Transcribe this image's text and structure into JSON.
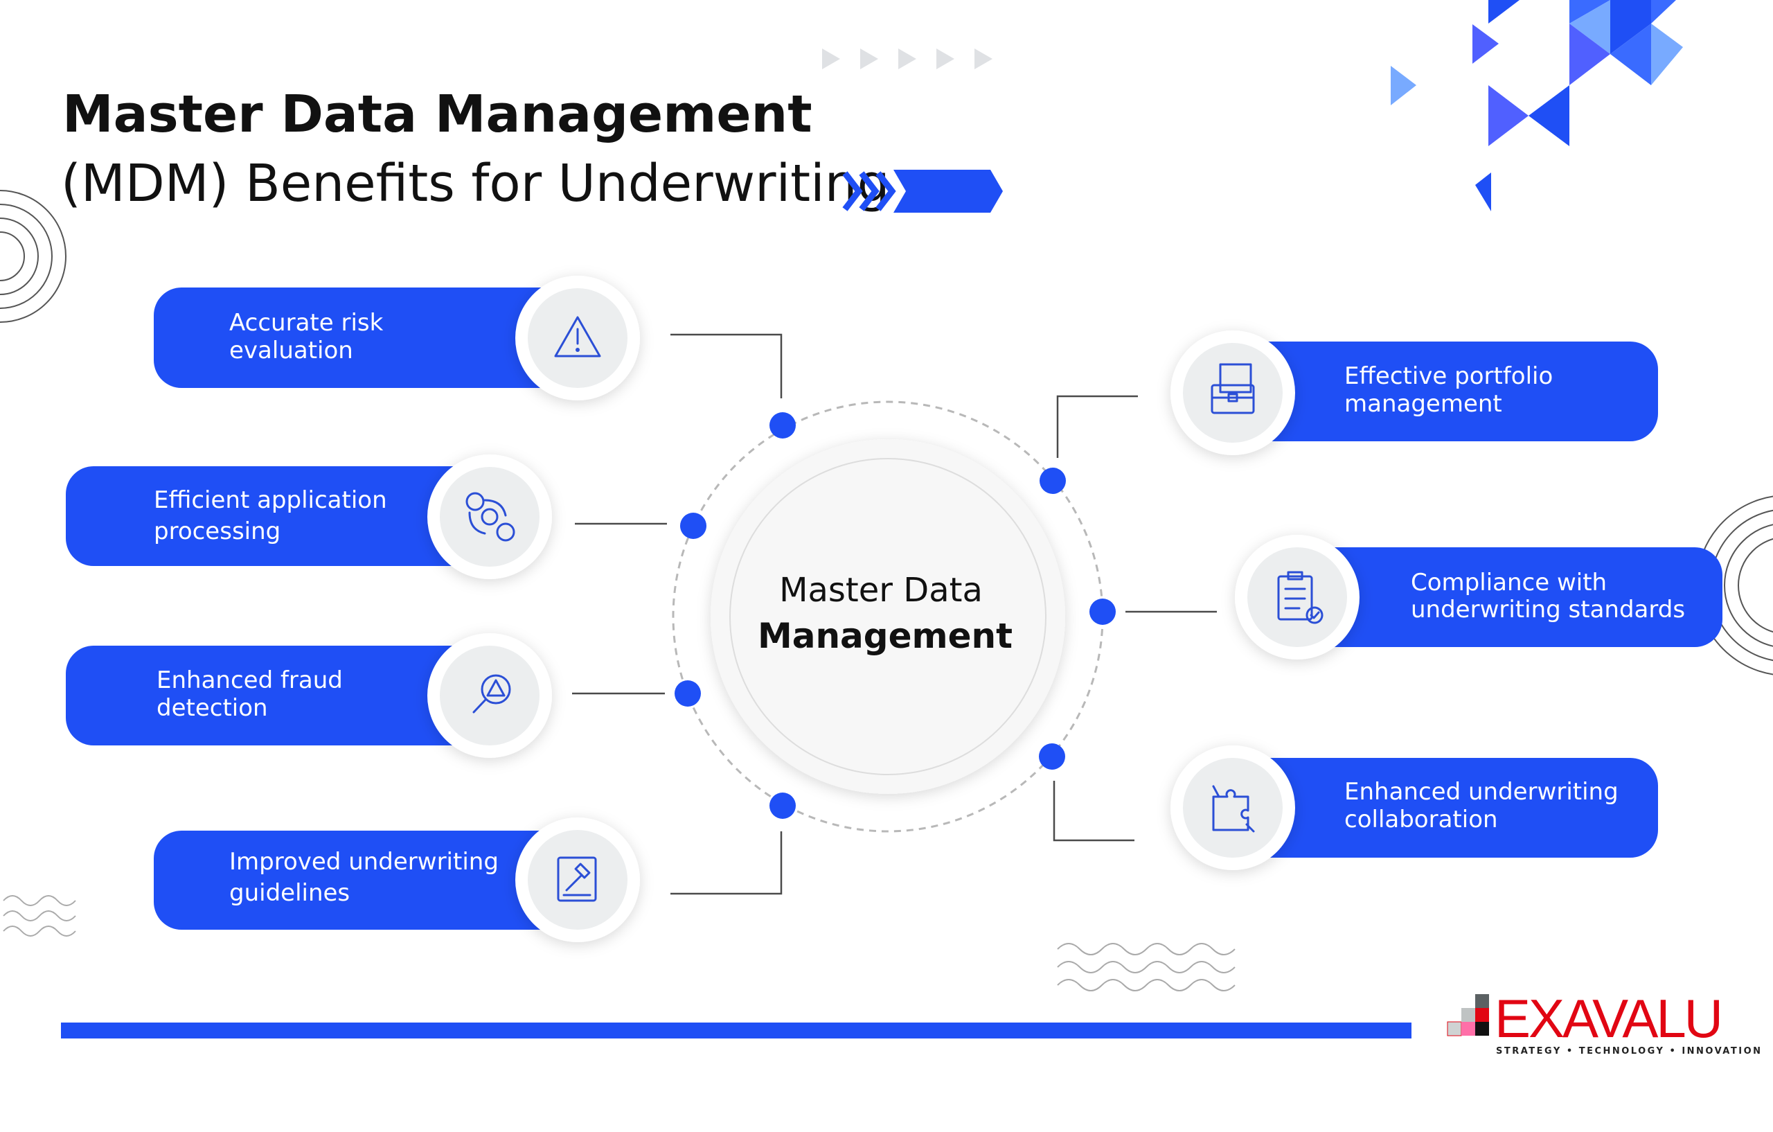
{
  "title": {
    "line1": "Master Data Management",
    "line2": "(MDM) Benefits for Underwriting"
  },
  "center": {
    "line1": "Master Data",
    "line2": "Management"
  },
  "benefits_left": [
    {
      "line1": "Accurate risk",
      "line2": "evaluation",
      "icon": "warning-icon"
    },
    {
      "line1": "Efficient application",
      "line2": "processing",
      "icon": "money-gear-clock-icon"
    },
    {
      "line1": "Enhanced fraud",
      "line2": "detection",
      "icon": "magnifier-alert-icon"
    },
    {
      "line1": "Improved underwriting",
      "line2": "guidelines",
      "icon": "gavel-book-icon"
    }
  ],
  "benefits_right": [
    {
      "line1": "Effective portfolio",
      "line2": "management",
      "icon": "briefcase-document-icon"
    },
    {
      "line1": "Compliance with",
      "line2": "underwriting standards",
      "icon": "checklist-clipboard-icon"
    },
    {
      "line1": "Enhanced underwriting",
      "line2": "collaboration",
      "icon": "puzzle-hands-icon"
    }
  ],
  "logo": {
    "name": "EXAVALU",
    "tagline": "STRATEGY • TECHNOLOGY • INNOVATION"
  },
  "colors": {
    "primary": "#1f4ff5",
    "accent_red": "#e10613",
    "circle_bg": "#eceeef"
  }
}
